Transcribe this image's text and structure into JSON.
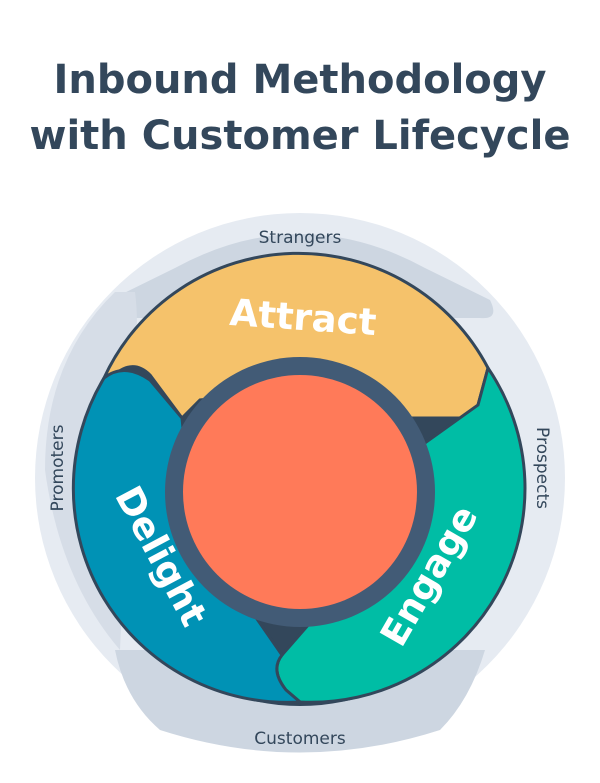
{
  "title": {
    "line1": "Inbound Methodology",
    "line2": "with Customer Lifecycle"
  },
  "lifecycle": {
    "strangers": "Strangers",
    "prospects": "Prospects",
    "customers": "Customers",
    "promoters": "Promoters"
  },
  "stages": {
    "attract": "Attract",
    "engage": "Engage",
    "delight": "Delight"
  },
  "colors": {
    "title": "#33475b",
    "outer_ring": "#e6ebf2",
    "ring_band": "#cdd6e1",
    "attract": "#f5c26b",
    "engage": "#00bda5",
    "delight": "#0092b5",
    "hub_border": "#425b76",
    "hub": "#ff7a59",
    "outline": "#33475b"
  }
}
